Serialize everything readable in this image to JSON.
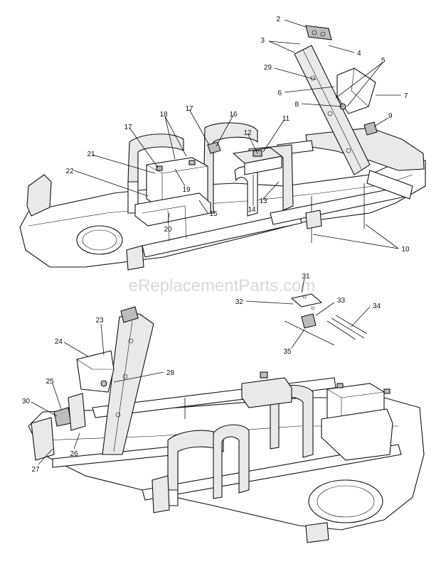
{
  "watermark": "eReplacementParts.com",
  "callouts": {
    "c1": "2",
    "c2": "3",
    "c3": "4",
    "c4": "5",
    "c5": "29",
    "c6": "6",
    "c7": "8",
    "c8": "7",
    "c9": "9",
    "c10": "18",
    "c11": "17",
    "c12": "16",
    "c13": "11",
    "c14": "17",
    "c15": "12",
    "c16": "21",
    "c17": "22",
    "c18": "19",
    "c19": "15",
    "c20": "14",
    "c21": "13",
    "c22": "20",
    "c23": "10",
    "c24": "31",
    "c25": "32",
    "c26": "33",
    "c27": "34",
    "c28": "35",
    "c29": "23",
    "c30": "24",
    "c31": "28",
    "c32": "25",
    "c33": "30",
    "c34": "26",
    "c35": "27"
  }
}
